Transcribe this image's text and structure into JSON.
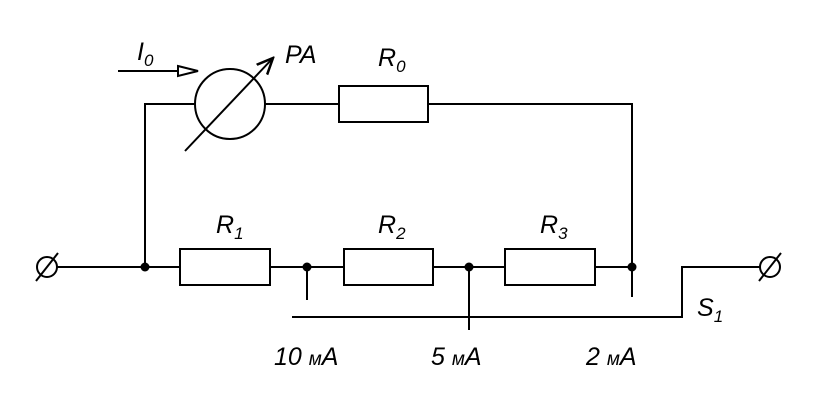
{
  "meter": {
    "label": "PA"
  },
  "current": {
    "symbol": "I",
    "subscript": "0"
  },
  "resistors": {
    "r0": {
      "symbol": "R",
      "subscript": "0"
    },
    "r1": {
      "symbol": "R",
      "subscript": "1"
    },
    "r2": {
      "symbol": "R",
      "subscript": "2"
    },
    "r3": {
      "symbol": "R",
      "subscript": "3"
    }
  },
  "switch": {
    "symbol": "S",
    "subscript": "1"
  },
  "ranges": [
    {
      "value": "10",
      "unit_prefix": "м",
      "unit": "A"
    },
    {
      "value": "5",
      "unit_prefix": "м",
      "unit": "A"
    },
    {
      "value": "2",
      "unit_prefix": "м",
      "unit": "A"
    }
  ]
}
